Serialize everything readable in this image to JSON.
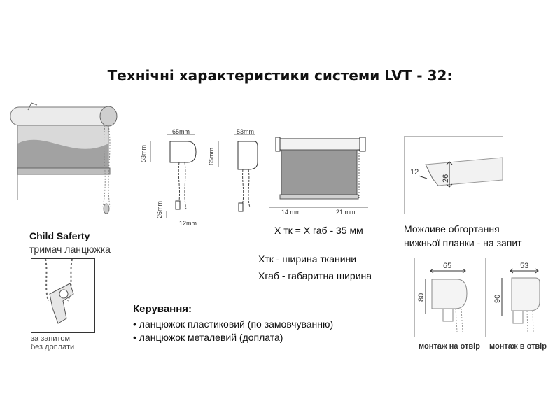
{
  "title": "Технічні характеристики системи LVT - 32:",
  "child_safety": {
    "heading": "Child Saferty",
    "subheading": "тримач ланцюжка",
    "note_line1": "за запитом",
    "note_line2": "без доплати"
  },
  "profile_left": {
    "width": "65mm",
    "height": "53mm",
    "chain_drop": "26mm",
    "offset": "12mm"
  },
  "profile_right": {
    "width": "53mm",
    "height": "65mm"
  },
  "front_view": {
    "left_gap": "14 mm",
    "right_gap": "21 mm"
  },
  "formula": "Х тк = Х габ - 35 мм",
  "definitions": {
    "xtk": "Хтк - ширина тканини",
    "xgab": "Хгаб - габаритна ширина"
  },
  "control": {
    "heading": "Керування:",
    "items": [
      "• ланцюжок пластиковий (по замовчуванню)",
      "• ланцюжок металевий (доплата)"
    ]
  },
  "bottom_bar": {
    "dim_a": "12",
    "dim_b": "26",
    "caption_line1": "Можливе обгортання",
    "caption_line2": "нижньої планки - на запит"
  },
  "mount_hole": {
    "width": "65",
    "height": "80",
    "label": "монтаж на отвір"
  },
  "mount_into": {
    "width": "53",
    "height": "90",
    "label": "монтаж в отвір"
  }
}
